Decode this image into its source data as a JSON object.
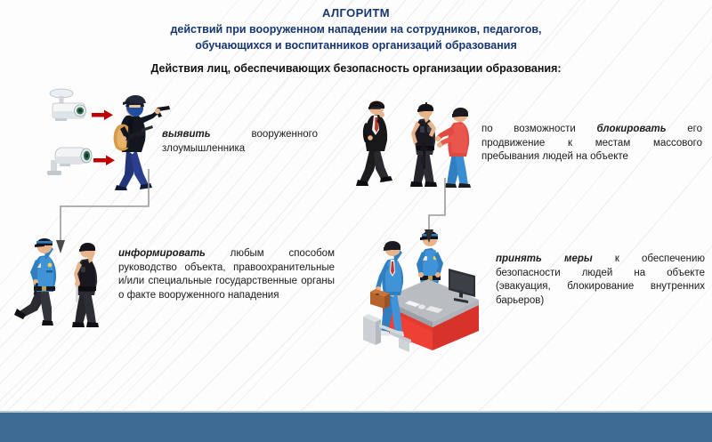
{
  "header": {
    "title": "АЛГОРИТМ",
    "subtitle_line1": "действий при вооруженном  нападении на сотрудников, педагогов,",
    "subtitle_line2": "обучающихся и воспитанников организаций образования",
    "section_label": "Действия лиц, обеспечивающих безопасность организации образования:"
  },
  "steps": [
    {
      "id": "detect",
      "keyword": "выявить",
      "text": " вооруженного злоумышленника"
    },
    {
      "id": "block",
      "prefix": "по возможности ",
      "keyword": "блокировать",
      "text": " его продвижение к местам массового пребывания людей на объекте"
    },
    {
      "id": "inform",
      "keyword": "информировать",
      "text": " любым способом руководство объекта, правоохранительные и/или специальные государственные органы о факте вооруженного нападения"
    },
    {
      "id": "measures",
      "keyword": "принять меры",
      "text": " к обеспечению безопасности людей на объекте (эвакуация, блокирование внутренних барьеров)"
    }
  ],
  "colors": {
    "title_navy": "#17366f",
    "bottom_bar": "#3d6b91",
    "arrow_red": "#c00000",
    "connector_gray": "#9a9a9a",
    "desk_red": "#ef4036",
    "uniform_blue": "#2f7fc1",
    "suit_blue": "#2f7fc1"
  },
  "illustrations": [
    {
      "name": "cctv-camera-wall",
      "caption": "Настенная камера видеонаблюдения"
    },
    {
      "name": "cctv-camera-bracket",
      "caption": "Камера видеонаблюдения на кронштейне"
    },
    {
      "name": "armed-intruder",
      "caption": "Вооруженный злоумышленник в маске с рюкзаком"
    },
    {
      "name": "walking-man-suit",
      "caption": "Мужчина в костюме"
    },
    {
      "name": "guard-with-radio",
      "caption": "Охранник с рацией"
    },
    {
      "name": "civilian-red-shirt",
      "caption": "Человек в красной футболке"
    },
    {
      "name": "police-officer-phone",
      "caption": "Полицейский с телефоном"
    },
    {
      "name": "security-guard-baton",
      "caption": "Охранник с дубинкой"
    },
    {
      "name": "visitor-briefcase",
      "caption": "Посетитель с портфелем"
    },
    {
      "name": "reception-guard",
      "caption": "Охранник на посту"
    },
    {
      "name": "reception-desk",
      "caption": "Стойка пропускного пункта с монитором и турникетом"
    }
  ]
}
